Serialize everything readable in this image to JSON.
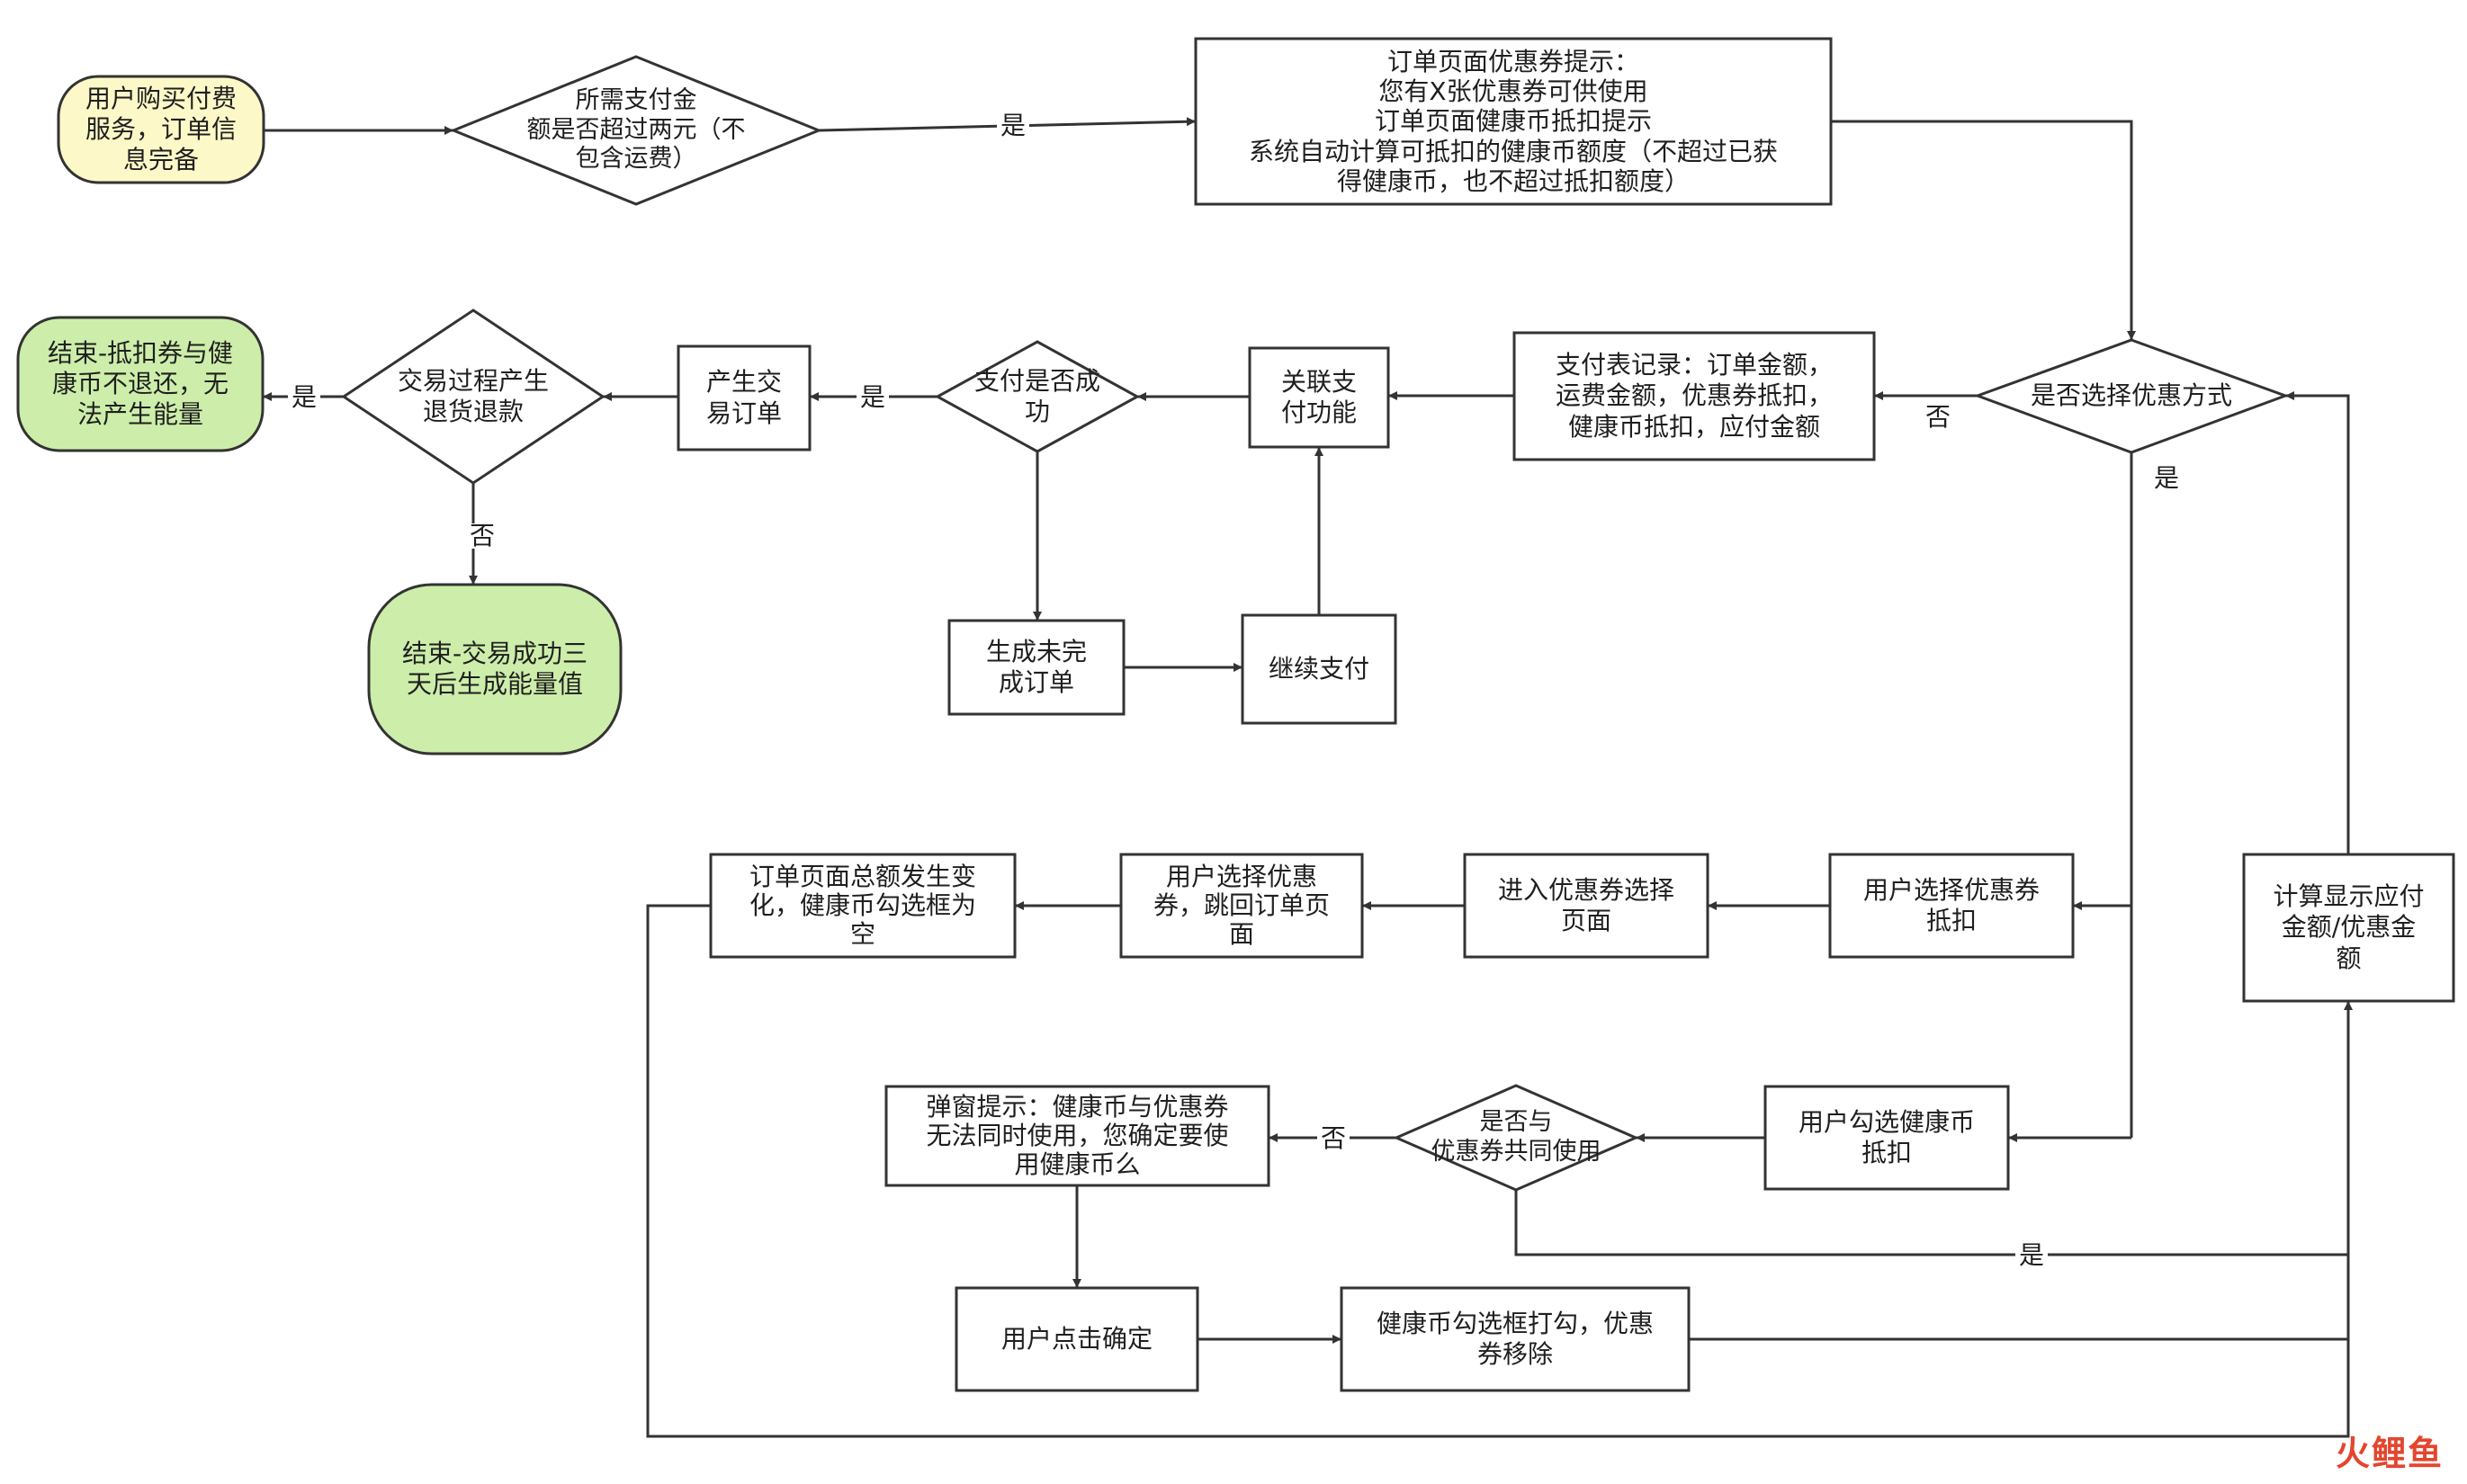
{
  "nodes": {
    "start": "用户购买付费\n服务，订单信\n息完备",
    "check_amount": "所需支付金\n额是否超过两元（不\n包含运费）",
    "order_hint": "订单页面优惠券提示：\n您有X张优惠券可供使用\n订单页面健康币抵扣提示\n系统自动计算可抵扣的健康币额度（不超过已获\n得健康币，也不超过抵扣额度）",
    "choose_discount": "是否选择优惠方式",
    "pay_record": "支付表记录：订单金额，\n运费金额，优惠券抵扣，\n健康币抵扣，应付金额",
    "link_pay": "关联支\n付功能",
    "pay_success": "支付是否成\n功",
    "create_order": "产生交\n易订单",
    "refund": "交易过程产生\n退货退款",
    "end_refund": "结束-抵扣券与健\n康币不退还，无\n法产生能量",
    "end_success": "结束-交易成功三\n天后生成能量值",
    "unfinished": "生成未完\n成订单",
    "continue_pay": "继续支付",
    "select_coupon": "用户选择优惠券\n抵扣",
    "enter_coupon": "进入优惠券选择\n页面",
    "coupon_back": "用户选择优惠\n券，跳回订单页\n面",
    "total_change": "订单页面总额发生变\n化，健康币勾选框为\n空",
    "calc_show": "计算显示应付\n金额/优惠金\n额",
    "select_coin": "用户勾选健康币\n抵扣",
    "both_use": "是否与\n优惠券共同使用",
    "popup": "弹窗提示：健康币与优惠券\n无法同时使用，您确定要使\n用健康币么",
    "confirm": "用户点击确定",
    "coin_checked": "健康币勾选框打勾，优惠\n券移除"
  },
  "labels": {
    "yes_amount": "是",
    "no_choose": "否",
    "yes_choose": "是",
    "yes_pay": "是",
    "yes_refund": "是",
    "no_refund": "否",
    "no_both": "否",
    "yes_both": "是"
  },
  "watermark": "火鲤鱼",
  "colors": {
    "start_fill": "#fdf8c8",
    "end_fill": "#cdeeaa",
    "stroke": "#333333",
    "watermark_red": "#e3462f",
    "watermark_gray": "#8c8c8c"
  }
}
